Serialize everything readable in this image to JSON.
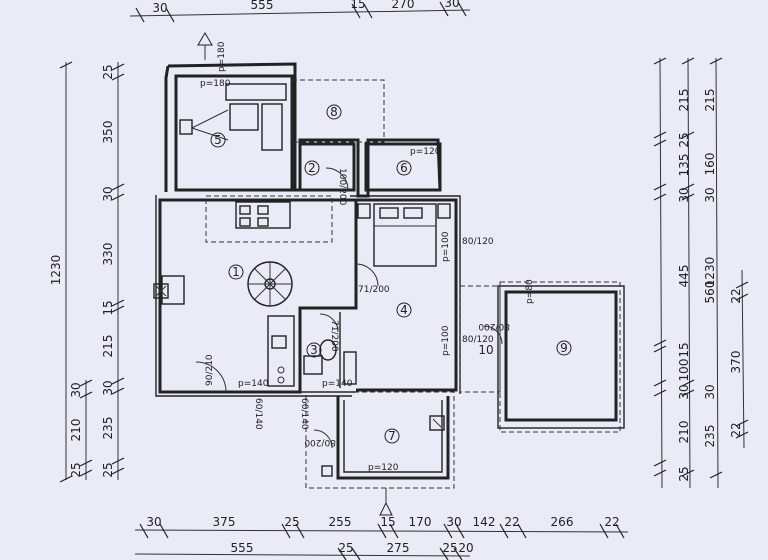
{
  "plan": {
    "rooms": [
      {
        "id": "r1",
        "label": "1"
      },
      {
        "id": "r2",
        "label": "2"
      },
      {
        "id": "r3",
        "label": "3"
      },
      {
        "id": "r4",
        "label": "4"
      },
      {
        "id": "r5",
        "label": "5"
      },
      {
        "id": "r6",
        "label": "6"
      },
      {
        "id": "r7",
        "label": "7"
      },
      {
        "id": "r8",
        "label": "8"
      },
      {
        "id": "r9",
        "label": "9"
      },
      {
        "id": "r10",
        "label": "10"
      }
    ],
    "dims": {
      "top": [
        "30",
        "555",
        "15",
        "270",
        "30"
      ],
      "bottom1": [
        "30",
        "375",
        "25",
        "255",
        "15",
        "170",
        "30",
        "142",
        "22",
        "266",
        "22"
      ],
      "bottom2": [
        "555",
        "25",
        "275",
        "25",
        "20"
      ],
      "left_outer": "1230",
      "left_inner": [
        "25",
        "350",
        "30",
        "330",
        "15",
        "215",
        "30",
        "235",
        "25"
      ],
      "left_mid": [
        "30",
        "210",
        "25"
      ],
      "right_a": [
        "215",
        "25",
        "135",
        "30",
        "445",
        "15",
        "100",
        "30",
        "210",
        "25"
      ],
      "right_b": [
        "215",
        "160",
        "30",
        "560",
        "30",
        "235"
      ],
      "right_c": "1230",
      "right_d": [
        "22",
        "370",
        "22"
      ]
    },
    "openings": {
      "p180a": "p=180",
      "p180b": "p=180",
      "p140a": "p=140",
      "p140b": "p=140",
      "p120a": "p=120",
      "p120b": "p=120",
      "p80": "p=80",
      "p100a": "p=100",
      "p100b": "p=100",
      "d100_200": "100/200",
      "d71_200a": "71/200",
      "d71_200b": "71/200",
      "d90_210": "90/210",
      "d80_200a": "80/200",
      "d80_200b": "80/200",
      "w80_120a": "80/120",
      "w80_120b": "80/120",
      "w60_140a": "60/140",
      "w60_140b": "60/140"
    }
  }
}
